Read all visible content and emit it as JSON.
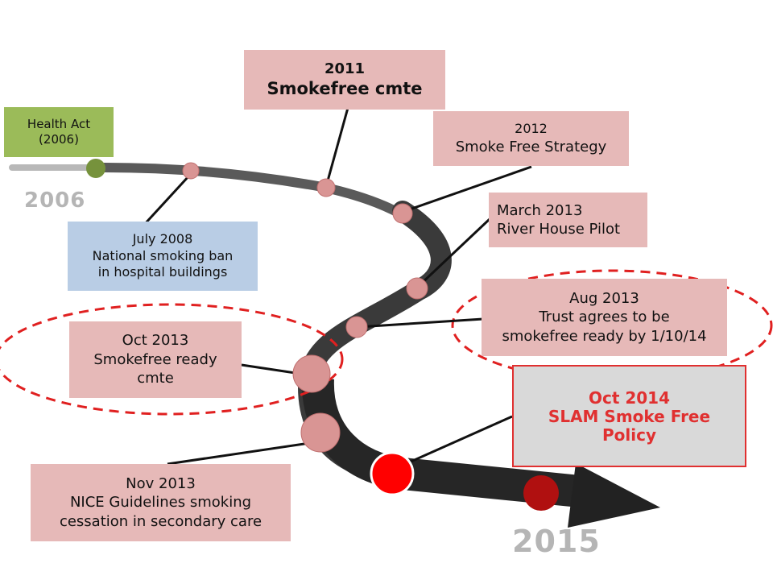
{
  "start_year": "2006",
  "end_year": "2015",
  "colors": {
    "event_box": "#e6b9b8",
    "july_2008_box": "#b9cde5",
    "health_act_box": "#9bbb59",
    "policy_box": "#d9d9d9",
    "policy_text": "#e03030",
    "dashed_ellipse": "#e02020",
    "milestone_marker": "#d99594",
    "final_marker": "#ff0000"
  },
  "events": {
    "health_act": {
      "line1": "Health Act",
      "line2": "(2006)"
    },
    "july_2008": {
      "line1": "July 2008",
      "line2": "National smoking ban",
      "line3": "in hospital buildings"
    },
    "y2011": {
      "line1": "2011",
      "line2": "Smokefree cmte"
    },
    "y2012": {
      "line1": "2012",
      "line2": "Smoke Free Strategy"
    },
    "march_2013": {
      "line1": "March 2013",
      "line2": "River House Pilot"
    },
    "aug_2013": {
      "line1": "Aug 2013",
      "line2": "Trust  agrees to be",
      "line3": "smokefree ready by 1/10/14"
    },
    "oct_2013": {
      "line1": "Oct 2013",
      "line2": "Smokefree ready",
      "line3": "cmte"
    },
    "nov_2013": {
      "line1": "Nov 2013",
      "line2": "NICE Guidelines smoking",
      "line3": "cessation in secondary care"
    },
    "oct_2014": {
      "line1": "Oct 2014",
      "line2": "SLAM Smoke Free",
      "line3": "Policy"
    }
  }
}
